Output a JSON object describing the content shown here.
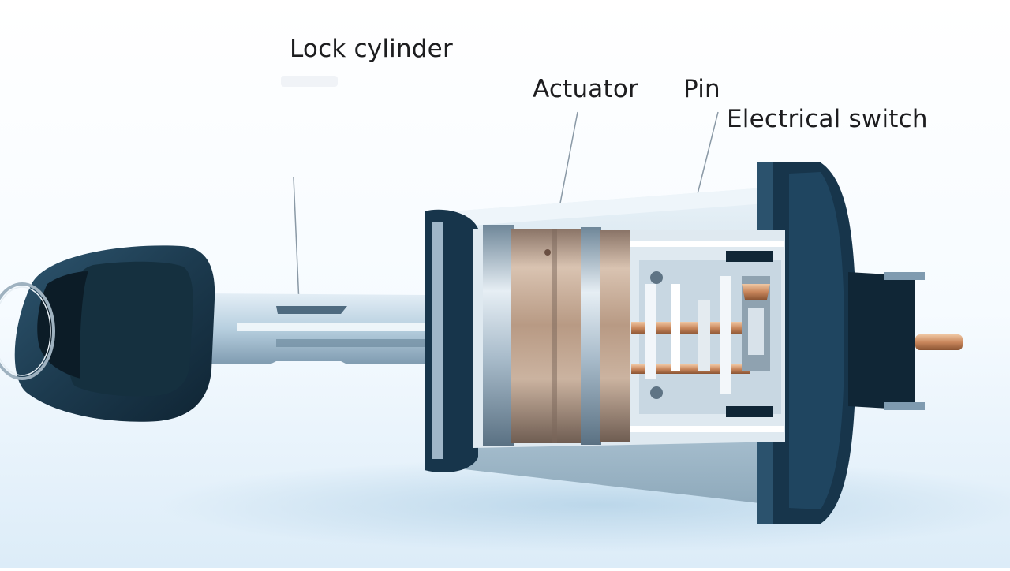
{
  "diagram": {
    "labels": {
      "lock_cylinder": "Lock cylinder",
      "actuator": "Actuator",
      "pin": "Pin",
      "electrical_switch": "Electrical switch"
    },
    "icons": {
      "key": "car-key-icon",
      "key_ring": "key-ring-icon",
      "housing": "lock-housing-cutaway",
      "actuator": "actuator-cylinder",
      "switch": "electrical-switch-assembly",
      "terminal": "connector-terminal"
    },
    "colors": {
      "background": "#ffffff",
      "key_body": "#1c3a4e",
      "housing_dark": "#16344a",
      "blade": "#b7cfdf",
      "actuator_bronze": "#b89a84",
      "terminal_copper": "#c9875c",
      "leader_line": "#8a99a6",
      "label_text": "#1d1d1f"
    }
  }
}
